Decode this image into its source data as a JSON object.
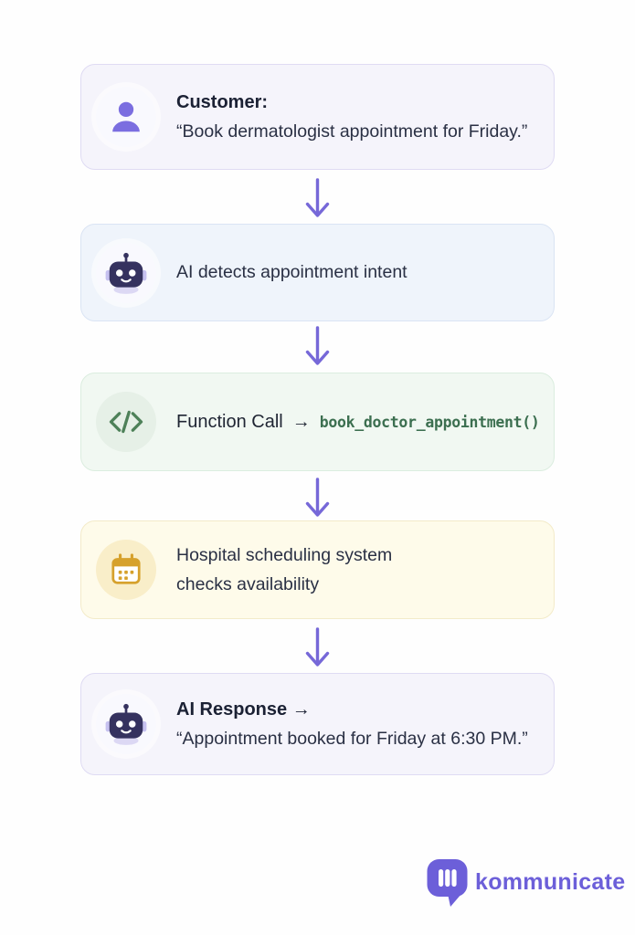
{
  "canvas": {
    "background": "#FEFEFE"
  },
  "flow": {
    "arrow_color": "#7668D8",
    "steps": [
      {
        "name": "customer",
        "icon": "person-icon",
        "title": "Customer:",
        "text": "“Book dermatologist appointment for Friday.”",
        "bg": "#F5F4FB",
        "border": "#DFDBF3",
        "accent": "#7B6EE0"
      },
      {
        "name": "ai-intent",
        "icon": "robot-icon",
        "text": "AI detects appointment intent",
        "bg": "#EFF4FB",
        "border": "#DAE4F4",
        "accent": "#35325F"
      },
      {
        "name": "function-call",
        "icon": "code-icon",
        "label": "Function Call",
        "arrow": "→",
        "code": "book_doctor_appointment()",
        "bg": "#F1F8F2",
        "border": "#DBEDDF",
        "accent": "#3C6F50"
      },
      {
        "name": "scheduling",
        "icon": "calendar-icon",
        "line1": "Hospital scheduling system",
        "line2": "checks availability",
        "bg": "#FEFBEA",
        "border": "#F3EBC9",
        "accent": "#D6A12C"
      },
      {
        "name": "ai-response",
        "icon": "robot-icon",
        "title": "AI Response →",
        "text": "“Appointment booked for Friday at 6:30 PM.”",
        "bg": "#F5F4FB",
        "border": "#DFDBF3",
        "accent": "#35325F"
      }
    ]
  },
  "footer": {
    "logo_text": "kommunicate",
    "logo_color": "#6C5FD9"
  }
}
